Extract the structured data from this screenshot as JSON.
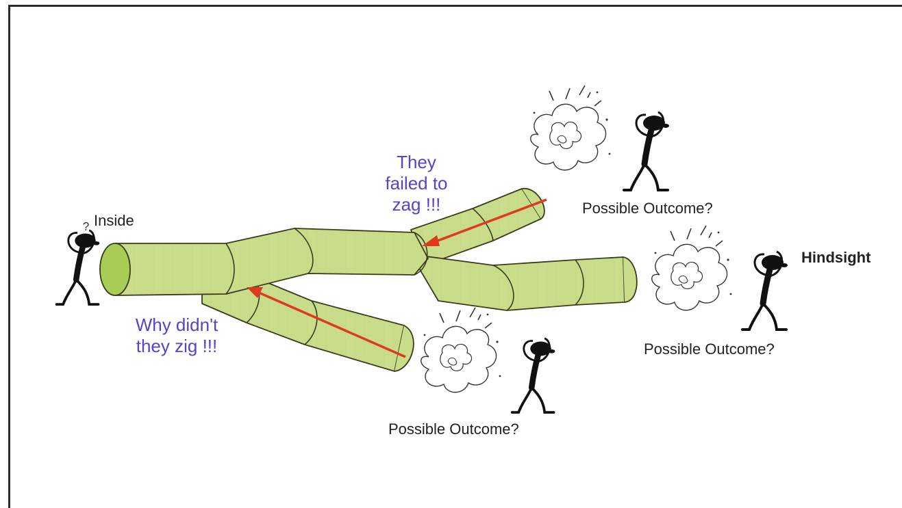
{
  "labels": {
    "inside": "Inside",
    "hindsight": "Hindsight",
    "outcome_upper": "Possible Outcome?",
    "outcome_middle": "Possible Outcome?",
    "outcome_lower": "Possible Outcome?",
    "zag_line1": "They",
    "zag_line2": "failed to",
    "zag_line3": "zag !!!",
    "zig_line1": "Why didn't",
    "zig_line2": "they zig !!!"
  },
  "colors": {
    "tube_fill": "#c8dc8a",
    "tube_end": "#a9cc55",
    "tube_stroke": "#3a3a1a",
    "arrow": "#e03a1e",
    "caption_purple": "#5b3fd0",
    "text_dark": "#222222"
  },
  "icons": [
    "stick-figure-icon",
    "explosion-cloud-icon",
    "arrow-icon"
  ]
}
